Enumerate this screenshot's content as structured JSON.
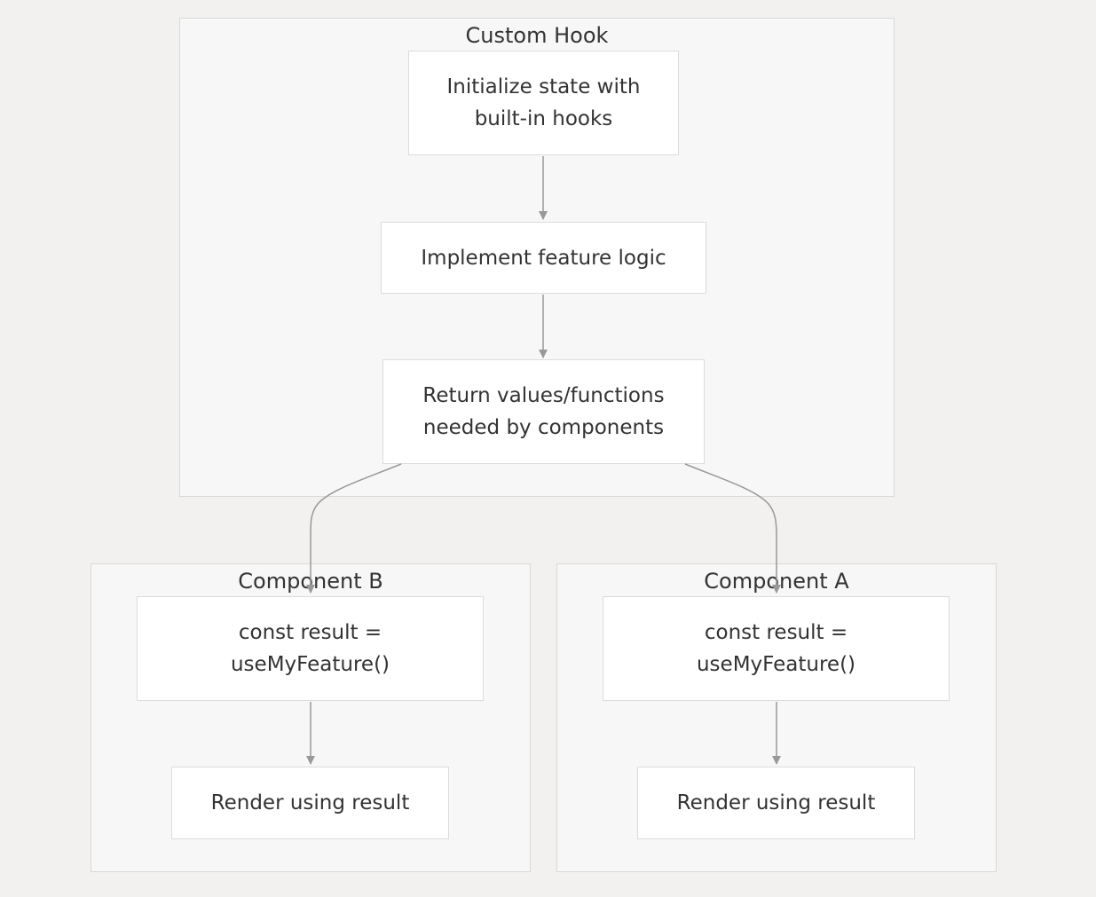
{
  "clusters": {
    "custom_hook": {
      "title": "Custom Hook"
    },
    "component_b": {
      "title": "Component B"
    },
    "component_a": {
      "title": "Component A"
    }
  },
  "nodes": {
    "init_state": "Initialize state with\nbuilt-in hooks",
    "feature_logic": "Implement feature logic",
    "return_values": "Return values/functions\nneeded by components",
    "b_const": "const result =\nuseMyFeature()",
    "b_render": "Render using result",
    "a_const": "const result =\nuseMyFeature()",
    "a_render": "Render using result"
  },
  "colors": {
    "background": "#f2f1ef",
    "cluster_fill": "#f7f7f7",
    "node_fill": "#ffffff",
    "edge": "#999999",
    "text": "#333333"
  }
}
